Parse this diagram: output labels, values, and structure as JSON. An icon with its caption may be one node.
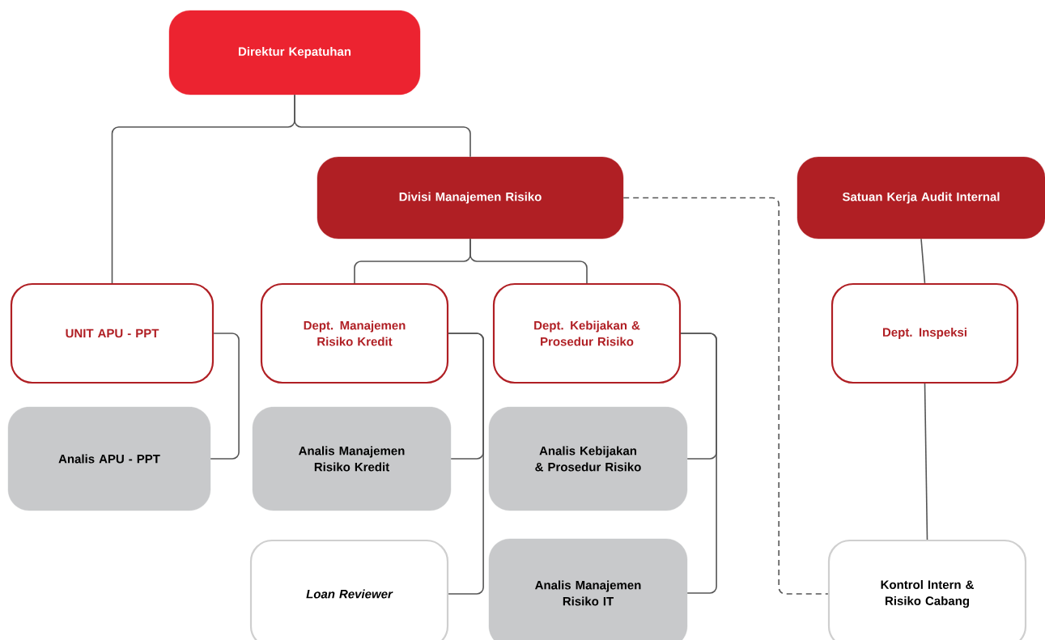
{
  "diagram": {
    "nodes": [
      {
        "text": [
          "Direktur Kepatuhan"
        ]
      },
      {
        "text": [
          "Divisi Manajemen Risiko"
        ]
      },
      {
        "text": [
          "Satuan Kerja Audit Internal"
        ]
      },
      {
        "text": [
          "UNIT APU - PPT"
        ]
      },
      {
        "text": [
          "Dept. Manajemen Risiko Kredit"
        ]
      },
      {
        "text": [
          "Dept. Kebijakan & Prosedur Risiko"
        ]
      },
      {
        "text": [
          "Dept. Inspeksi"
        ]
      },
      {
        "text": [
          "Analis APU - PPT"
        ]
      },
      {
        "text": [
          "Analis Manajemen Risiko Kredit"
        ]
      },
      {
        "text": [
          "Analis Kebijakan & Prosedur Risiko"
        ]
      },
      {
        "text": [
          "Loan Reviewer"
        ]
      },
      {
        "text": [
          "Analis Manajemen Risiko IT"
        ]
      },
      {
        "text": [
          "Kontrol Intern & Risiko Cabang"
        ]
      }
    ],
    "edges": [
      {
        "from": 0,
        "to": 3,
        "arrow": "none"
      },
      {
        "from": 0,
        "to": 1,
        "arrow": "none"
      },
      {
        "from": 1,
        "to": 4,
        "arrow": "none"
      },
      {
        "from": 1,
        "to": 5,
        "arrow": "none"
      },
      {
        "from": 1,
        "to": 12,
        "arrow": "none",
        "style": "dashed"
      },
      {
        "from": 2,
        "to": 6,
        "arrow": "none"
      },
      {
        "from": 3,
        "to": 7,
        "arrow": "none"
      },
      {
        "from": 4,
        "to": 8,
        "arrow": "none"
      },
      {
        "from": 4,
        "to": 10,
        "arrow": "none"
      },
      {
        "from": 5,
        "to": 9,
        "arrow": "none"
      },
      {
        "from": 5,
        "to": 11,
        "arrow": "none"
      },
      {
        "from": 6,
        "to": 12,
        "arrow": "none"
      }
    ]
  }
}
